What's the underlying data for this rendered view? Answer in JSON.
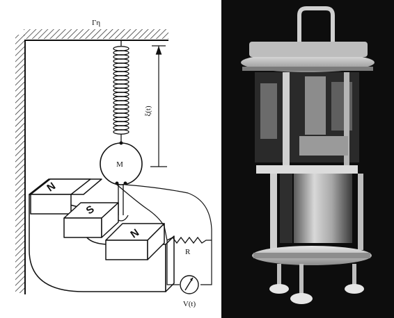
{
  "diagram": {
    "labels": {
      "ground": "Γη",
      "displacement": "ξ(t)",
      "mass": "M",
      "resistor": "R",
      "voltmeter": "V(t)"
    },
    "magnet_poles": [
      "N",
      "S",
      "N"
    ]
  },
  "photo": {
    "subject": "seismometer-device-photograph"
  }
}
